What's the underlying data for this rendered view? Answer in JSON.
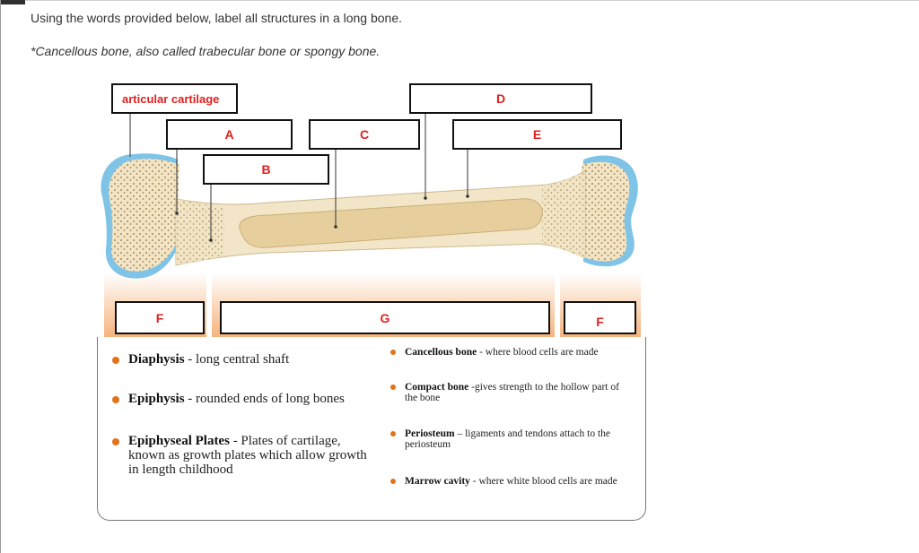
{
  "instructions": "Using the words provided below, label all structures in a long bone.",
  "note": "*Cancellous bone, also called trabecular bone or spongy bone.",
  "labels": {
    "articular": "articular cartilage",
    "a": "A",
    "b": "B",
    "c": "C",
    "d": "D",
    "e": "E",
    "f_left": "F",
    "g": "G",
    "f_right": "F"
  },
  "legend": {
    "diaphysis_term": "Diaphysis",
    "diaphysis_desc": " - long central shaft",
    "epiphysis_term": "Epiphysis",
    "epiphysis_desc": " - rounded ends of long bones",
    "plates_term": "Epiphyseal Plates",
    "plates_desc": " - Plates of cartilage, known as growth plates which allow growth in length childhood",
    "cancellous_term": "Cancellous bone",
    "cancellous_desc": " - where blood cells are made",
    "compact_term": "Compact bone",
    "compact_desc": " -gives strength to the hollow part of the bone",
    "periosteum_term": "Periosteum",
    "periosteum_desc": " – ligaments and tendons attach to the periosteum",
    "marrow_term": "Marrow cavity",
    "marrow_desc": " - where white blood cells are made"
  },
  "colors": {
    "label_text": "#e02020",
    "cartilage": "#7fc4e6",
    "bone": "#f3e6c8",
    "marrow": "#e6cf9d",
    "bullet": "#e2731a"
  }
}
